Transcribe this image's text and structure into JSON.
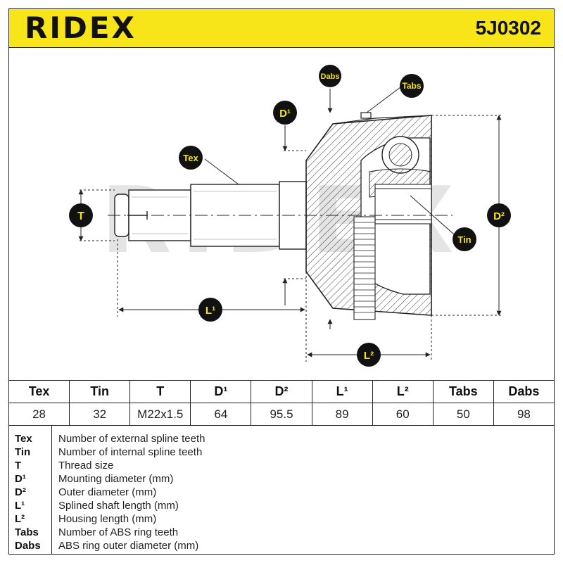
{
  "header": {
    "brand": "RIDEX",
    "part_number": "5J0302"
  },
  "colors": {
    "accent": "#f7e519",
    "ink": "#111111",
    "watermark": "#e4e4e4"
  },
  "watermark": "RIDEX",
  "diagram": {
    "labels": {
      "dabs": "Dabs",
      "tabs": "Tabs",
      "d1": "D¹",
      "tex": "Tex",
      "t": "T",
      "d2": "D²",
      "tin": "Tin",
      "l1": "L¹",
      "l2": "L²"
    }
  },
  "table": {
    "headers": [
      "Tex",
      "Tin",
      "T",
      "D¹",
      "D²",
      "L¹",
      "L²",
      "Tabs",
      "Dabs"
    ],
    "values": [
      "28",
      "32",
      "M22x1.5",
      "64",
      "95.5",
      "89",
      "60",
      "50",
      "98"
    ]
  },
  "legend": [
    {
      "key": "Tex",
      "desc": "Number of external spline teeth"
    },
    {
      "key": "Tin",
      "desc": "Number of internal spline teeth"
    },
    {
      "key": "T",
      "desc": "Thread size"
    },
    {
      "key": "D¹",
      "desc": "Mounting diameter (mm)"
    },
    {
      "key": "D²",
      "desc": "Outer diameter (mm)"
    },
    {
      "key": "L¹",
      "desc": "Splined shaft length (mm)"
    },
    {
      "key": "L²",
      "desc": "Housing length (mm)"
    },
    {
      "key": "Tabs",
      "desc": "Number of ABS ring teeth"
    },
    {
      "key": "Dabs",
      "desc": "ABS ring outer diameter (mm)"
    }
  ]
}
